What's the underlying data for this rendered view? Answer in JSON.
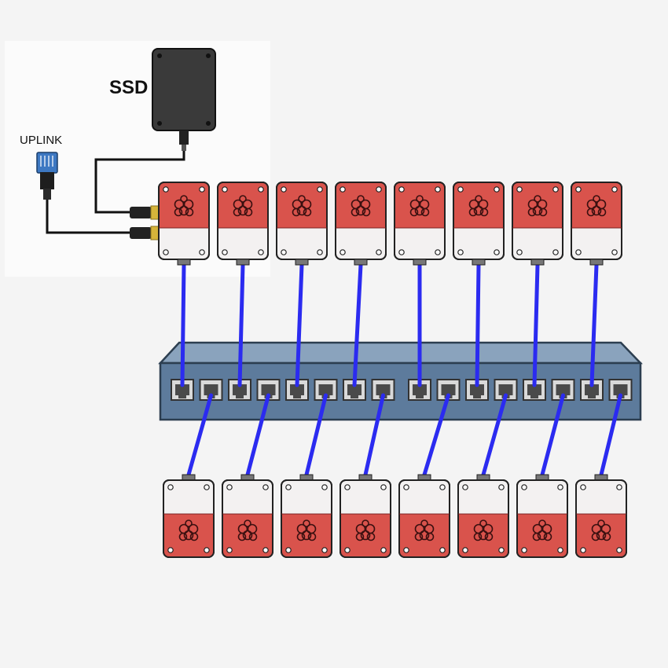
{
  "labels": {
    "ssd": "SSD",
    "uplink": "UPLINK"
  },
  "colors": {
    "background": "#f4f4f4",
    "panel": "#fbfbfb",
    "pi_red": "#d9534c",
    "pi_white": "#f3f1f1",
    "cable_blue": "#2b2bf0",
    "switch_body": "#5d7b9c",
    "switch_top": "#8aa3bd",
    "ssd_body": "#3a3a3a",
    "connector_gold": "#d6b43a",
    "rj45_blue": "#3d78c2"
  },
  "icons": {
    "pi_logo": "raspberry-icon",
    "port": "ethernet-port-icon",
    "plug": "rj45-plug-icon"
  },
  "counts": {
    "top_nodes": 8,
    "bottom_nodes": 8,
    "switch_ports": 16
  }
}
